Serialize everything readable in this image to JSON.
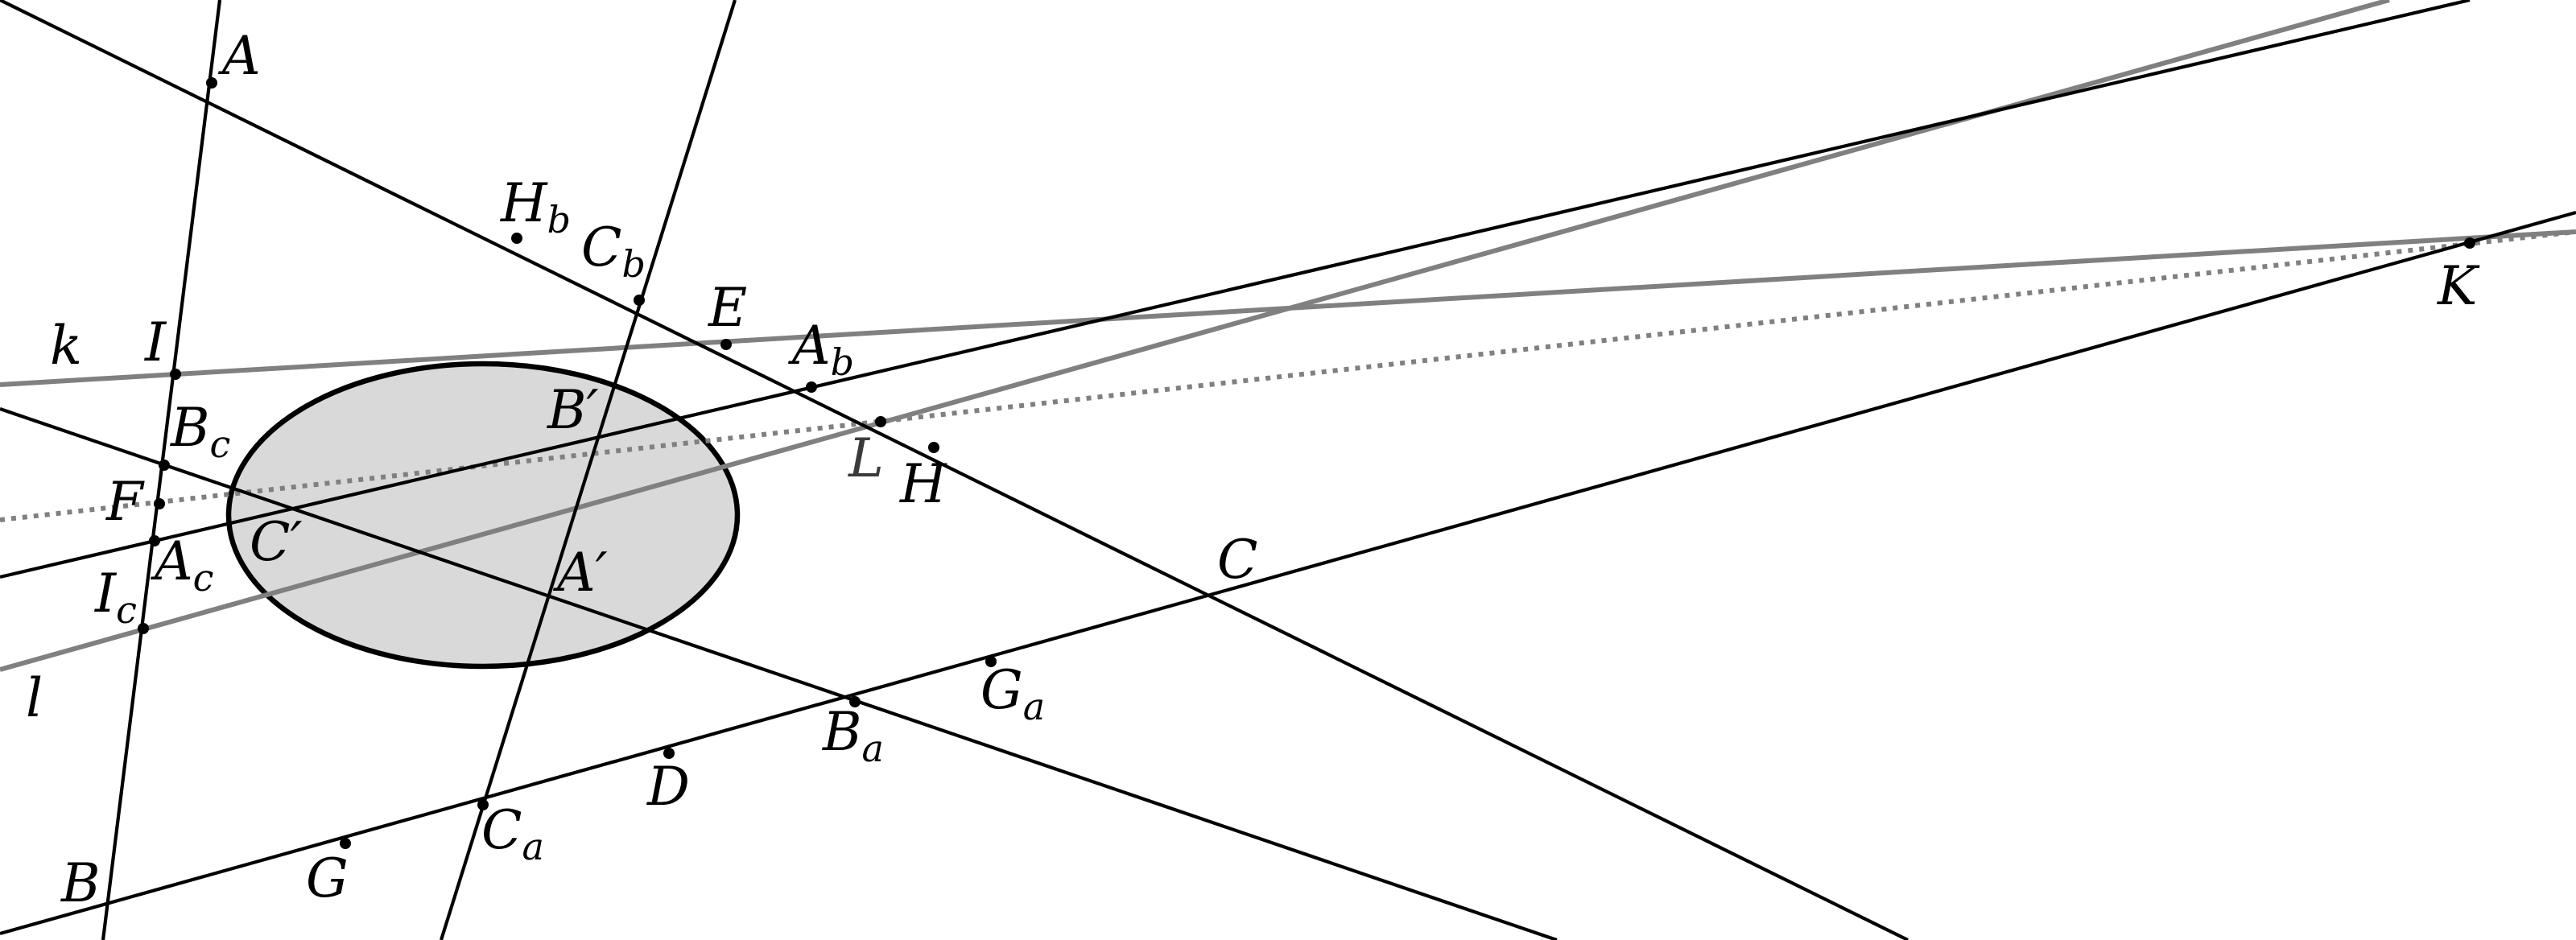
{
  "colors": {
    "ellipse_fill": "#d9d9d9",
    "ellipse_stroke": "#000000",
    "line_black": "#000000",
    "line_gray": "#808080"
  },
  "points": [
    {
      "id": "A",
      "label": "A"
    },
    {
      "id": "Hb",
      "label": "H",
      "sub": "b"
    },
    {
      "id": "Cb",
      "label": "C",
      "sub": "b"
    },
    {
      "id": "E",
      "label": "E"
    },
    {
      "id": "Ab",
      "label": "A",
      "sub": "b"
    },
    {
      "id": "L",
      "label": "L"
    },
    {
      "id": "H",
      "label": "H"
    },
    {
      "id": "C",
      "label": "C"
    },
    {
      "id": "K",
      "label": "K"
    },
    {
      "id": "I",
      "label": "I"
    },
    {
      "id": "Bc",
      "label": "B",
      "sub": "c"
    },
    {
      "id": "F",
      "label": "F"
    },
    {
      "id": "Ac",
      "label": "A",
      "sub": "c"
    },
    {
      "id": "Ic",
      "label": "I",
      "sub": "c"
    },
    {
      "id": "Bprime",
      "label": "B′"
    },
    {
      "id": "Cprime",
      "label": "C′"
    },
    {
      "id": "Aprime",
      "label": "A′"
    },
    {
      "id": "Ga",
      "label": "G",
      "sub": "a"
    },
    {
      "id": "Ba",
      "label": "B",
      "sub": "a"
    },
    {
      "id": "D",
      "label": "D"
    },
    {
      "id": "Ca",
      "label": "C",
      "sub": "a"
    },
    {
      "id": "G",
      "label": "G"
    },
    {
      "id": "B",
      "label": "B"
    }
  ],
  "line_labels": {
    "k": "k",
    "l": "l"
  }
}
